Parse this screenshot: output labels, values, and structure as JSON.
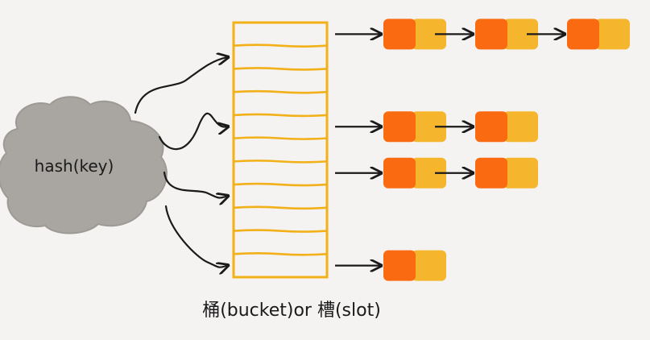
{
  "hash_label": "hash(key)",
  "caption": "桶(bucket)or 槽(slot)",
  "bucket_count": 11,
  "hash_arrows_to_buckets": [
    1,
    4,
    7,
    10
  ],
  "chains": [
    {
      "bucket": 0,
      "nodes": 3
    },
    {
      "bucket": 4,
      "nodes": 2
    },
    {
      "bucket": 6,
      "nodes": 2
    },
    {
      "bucket": 10,
      "nodes": 1
    }
  ],
  "colors": {
    "background": "#f4f3f1",
    "cloud": "#a9a6a2",
    "bucket_outline": "#f2b019",
    "node_key": "#fa6a10",
    "node_value": "#f5b62e",
    "ink": "#1a1a1a"
  }
}
